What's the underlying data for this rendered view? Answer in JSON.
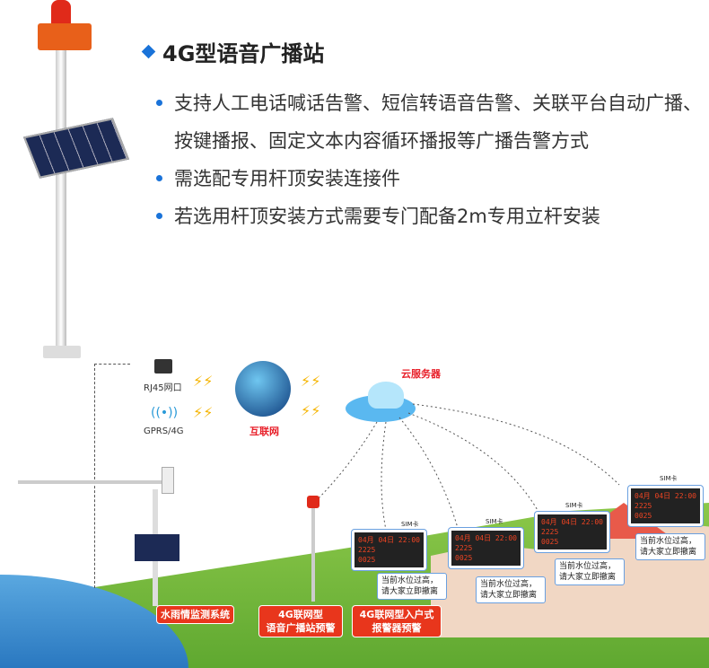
{
  "title": "4G型语音广播站",
  "bullets": [
    "支持人工电话喊话告警、短信转语音告警、关联平台自动广播、按键播报、固定文本内容循环播报等广播告警方式",
    "需选配专用杆顶安装连接件",
    "若选用杆顶安装方式需要专门配备2m专用立杆安装"
  ],
  "diagram": {
    "rj45": "RJ45网口",
    "gprs": "GPRS/4G",
    "internet": "互联网",
    "cloud": "云服务器",
    "labels": [
      "水雨情监测系统",
      "4G联网型\n语音广播站预警",
      "4G联网型入户式\n报警器预警"
    ],
    "display": {
      "date": "04月 04日 22:00",
      "v1": "2225",
      "v2": "0025"
    },
    "sim": "SIM卡",
    "alert": "当前水位过高，请大家立即撤离"
  },
  "colors": {
    "accent": "#1a73d9",
    "label": "#e8361c",
    "red_text": "#e8202a"
  }
}
